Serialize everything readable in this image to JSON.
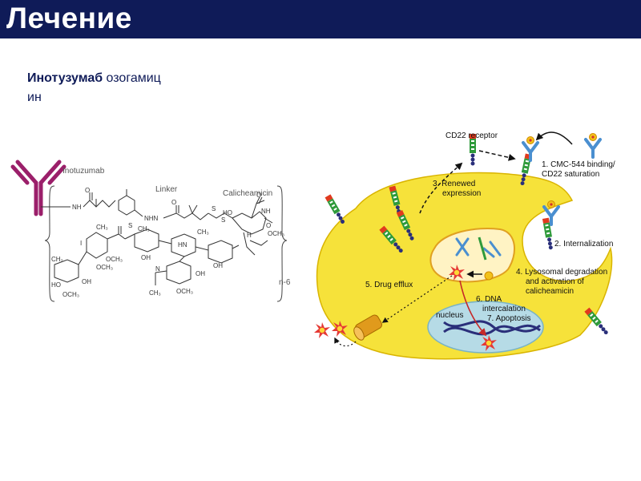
{
  "header": {
    "title": "Лечение"
  },
  "drug": {
    "name_bold": "Инотузумаб",
    "name_rest": " озогамиц",
    "name_wrap": "ин"
  },
  "structure": {
    "antibody_label": "Inotuzumab",
    "linker_label": "Linker",
    "payload_label": "Calicheamicin",
    "repeat_label": "n-6",
    "atoms": {
      "nh": "NH",
      "nhnh": "NHN",
      "s": "S",
      "ho": "HO",
      "h": "H",
      "o": "O",
      "ch3": "CH₃",
      "och3": "OCH₃",
      "oh": "OH",
      "i": "I",
      "hn": "HN",
      "n": "N"
    }
  },
  "mechanism": {
    "cd22_receptor": "CD22 receptor",
    "step1": [
      "1. CMC-544 binding/",
      "CD22 saturation"
    ],
    "step2": "2. Internalization",
    "step3": [
      "3. Renewed",
      "expression"
    ],
    "step4": [
      "4. Lysosomal degradation",
      "and activation of",
      "calicheamicin"
    ],
    "step5": "5. Drug efflux",
    "step6": [
      "6. DNA",
      "intercalation"
    ],
    "step7": "7. Apoptosis",
    "nucleus": "nucleus"
  },
  "colors": {
    "header_bg": "#0f1b58",
    "antibody": "#9b1f6a",
    "cell": "#f6e23a",
    "cell_edge": "#d9b400",
    "nucleus": "#b6dbe6",
    "receptor": "#2e9a3a",
    "dna": "#2a2f7a"
  }
}
